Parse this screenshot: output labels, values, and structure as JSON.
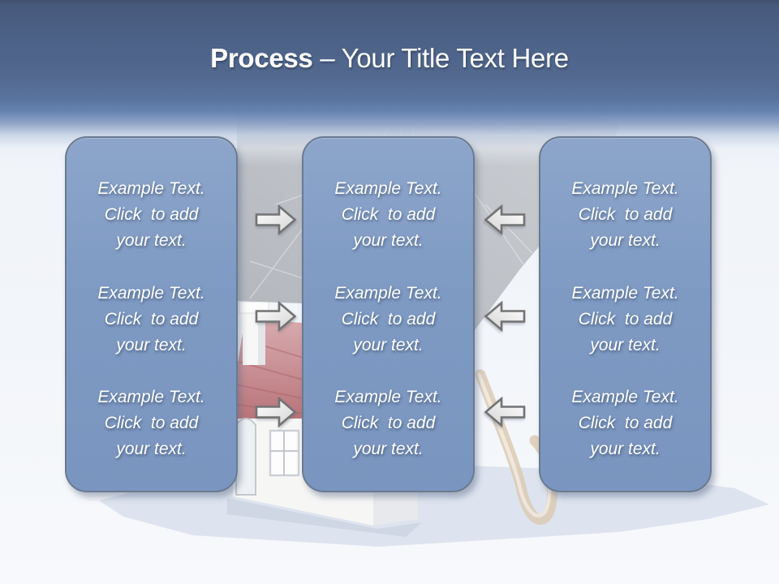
{
  "slide": {
    "title": {
      "emphasis": "Process",
      "rest": "– Your Title Text Here"
    },
    "panels": [
      {
        "name": "left",
        "blocks": [
          {
            "lines": [
              "Example Text.",
              "Click  to add",
              "your text."
            ]
          },
          {
            "lines": [
              "Example Text.",
              "Click  to add",
              "your text."
            ]
          },
          {
            "lines": [
              "Example Text.",
              "Click  to add",
              "your text."
            ]
          }
        ]
      },
      {
        "name": "middle",
        "blocks": [
          {
            "lines": [
              "Example Text.",
              "Click  to add",
              "your text."
            ]
          },
          {
            "lines": [
              "Example Text.",
              "Click  to add",
              "your text."
            ]
          },
          {
            "lines": [
              "Example Text.",
              "Click  to add",
              "your text."
            ]
          }
        ]
      },
      {
        "name": "right",
        "blocks": [
          {
            "lines": [
              "Example Text.",
              "Click  to add",
              "your text."
            ]
          },
          {
            "lines": [
              "Example Text.",
              "Click  to add",
              "your text."
            ]
          },
          {
            "lines": [
              "Example Text.",
              "Click  to add",
              "your text."
            ]
          }
        ]
      }
    ],
    "arrows": {
      "left_to_middle": {
        "direction": "right",
        "count": 3,
        "icon": "arrow-right-icon"
      },
      "right_to_middle": {
        "direction": "left",
        "count": 3,
        "icon": "arrow-left-icon"
      }
    },
    "background_art": {
      "icons": [
        "umbrella-icon",
        "house-icon"
      ],
      "elements": [
        "umbrella-canopy",
        "umbrella-rib-lines",
        "umbrella-handle",
        "house-roof",
        "house-chimney",
        "house-wall",
        "house-door",
        "house-window",
        "ground-shadow"
      ]
    },
    "colors": {
      "header_blue": "#4c6186",
      "panel_fill": "#7e9ac3",
      "panel_border": "#6a7a90",
      "panel_text": "#ffffff",
      "arrow_fill": "#f2f2f2",
      "arrow_border": "#737373",
      "umbrella_gray": "#b3b6bb",
      "roof_red": "#bb7378",
      "handle_tan": "#ddcbb4",
      "ground_shadow": "#dde4ef",
      "body_background": "#f2f5f9"
    }
  }
}
